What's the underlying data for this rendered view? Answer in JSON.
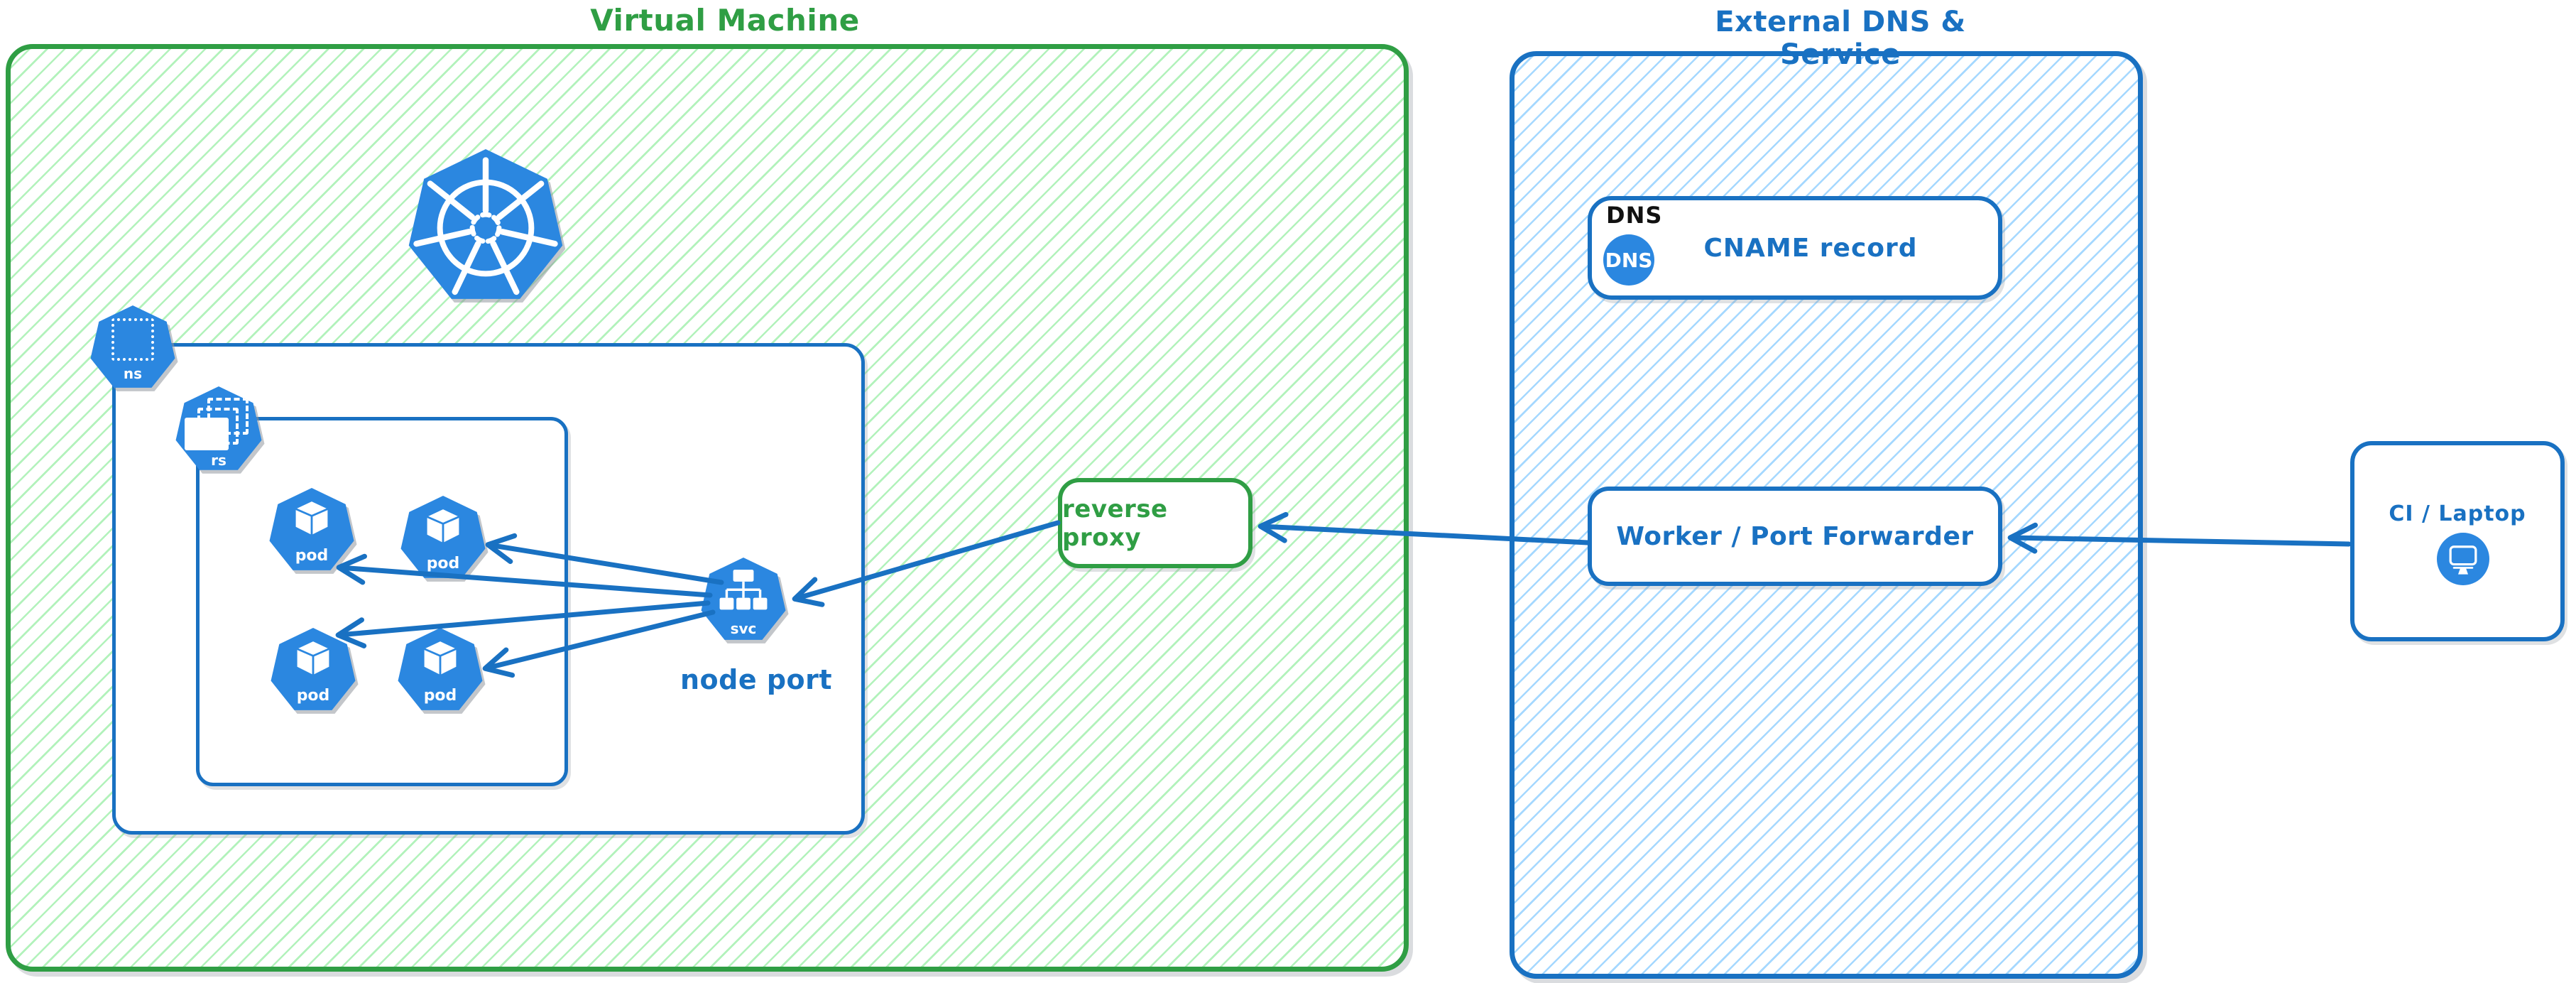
{
  "vm": {
    "title": "Virtual Machine"
  },
  "external": {
    "title": "External DNS & Service"
  },
  "icons": {
    "kubernetes": "kubernetes-logo",
    "namespace": "ns",
    "replicaset": "rs",
    "pods": [
      "pod",
      "pod",
      "pod",
      "pod"
    ],
    "service": "svc"
  },
  "service_caption": "node port",
  "reverse_proxy": {
    "label": "reverse proxy"
  },
  "dns": {
    "tag": "DNS",
    "icon_text": "DNS",
    "record": "CNAME record"
  },
  "worker": {
    "label": "Worker / Port Forwarder"
  },
  "ci": {
    "label": "CI / Laptop"
  },
  "connections": [
    {
      "from": "svc-node-port",
      "to": "pod-1"
    },
    {
      "from": "svc-node-port",
      "to": "pod-2"
    },
    {
      "from": "svc-node-port",
      "to": "pod-3"
    },
    {
      "from": "svc-node-port",
      "to": "pod-4"
    },
    {
      "from": "reverse-proxy",
      "to": "svc-node-port"
    },
    {
      "from": "worker-port-forwarder",
      "to": "reverse-proxy"
    },
    {
      "from": "ci-laptop",
      "to": "worker-port-forwarder"
    }
  ],
  "colors": {
    "green_stroke": "#2f9e44",
    "green_hatch": "#b2f2bb",
    "blue_stroke": "#1971c2",
    "blue_hatch": "#a5d8ff",
    "icon_fill": "#2b87e0",
    "text_black": "#111111"
  }
}
